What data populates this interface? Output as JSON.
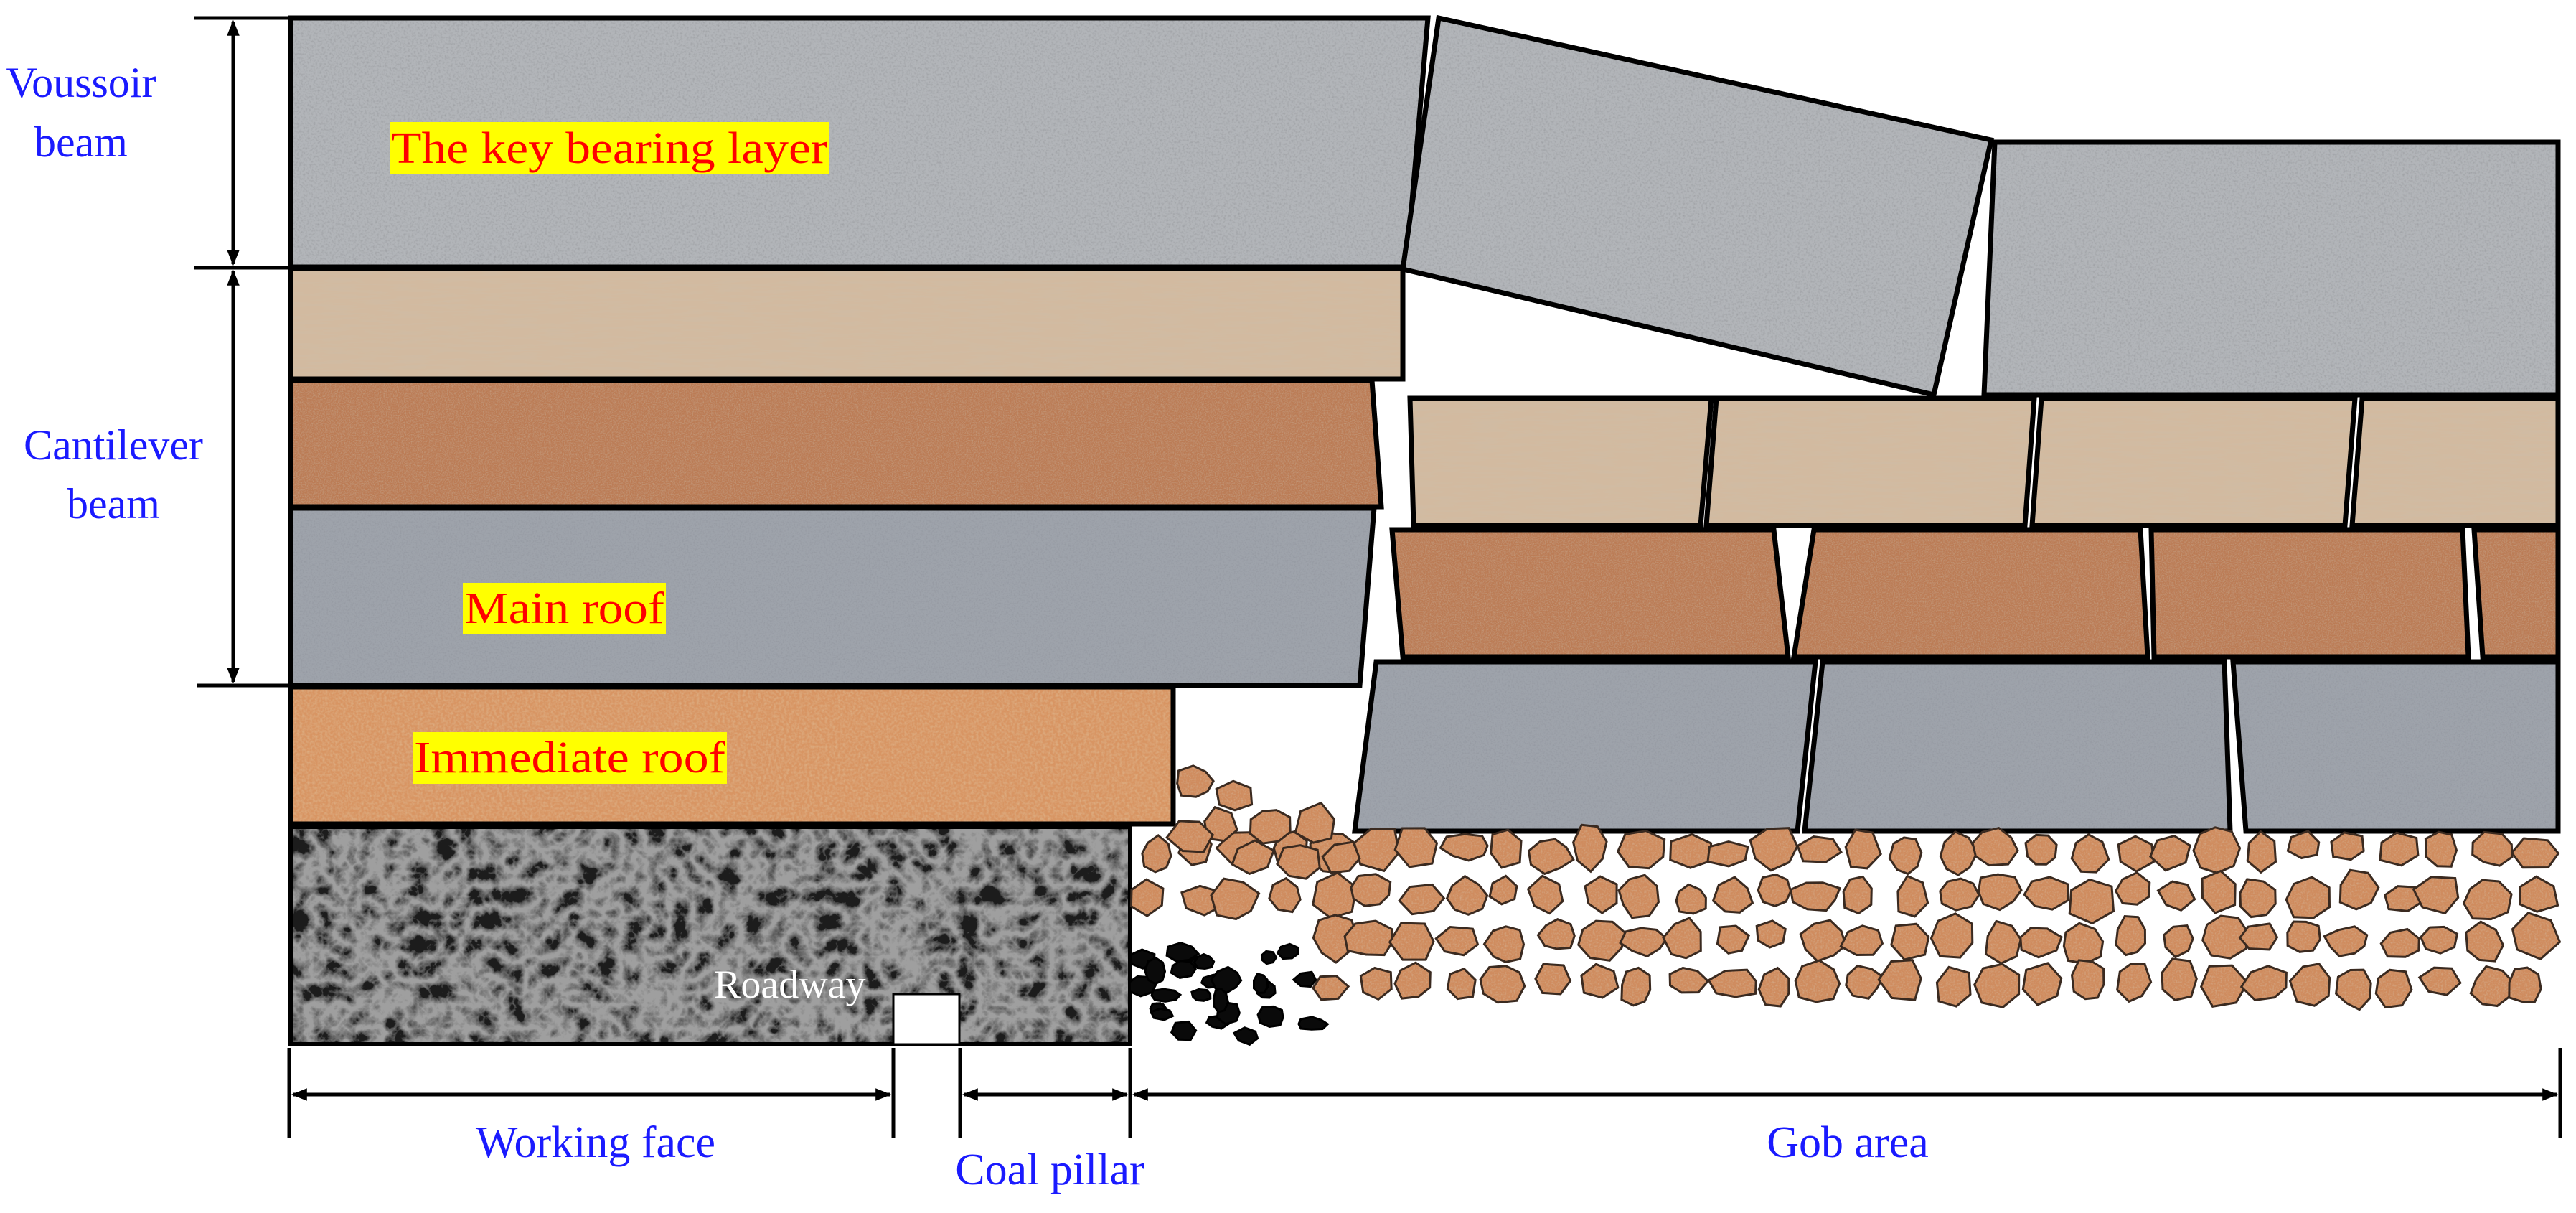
{
  "labels": {
    "voussoir_line1": "Voussoir",
    "voussoir_line2": "beam",
    "cantilever_line1": "Cantilever",
    "cantilever_line2": "beam",
    "key_layer": "The key bearing layer",
    "main_roof": "Main roof",
    "immediate_roof": "Immediate roof",
    "roadway": "Roadway",
    "working_face": "Working face",
    "coal_pillar": "Coal pillar",
    "gob_area": "Gob area"
  },
  "colors": {
    "annotation_text": "#1a1aff",
    "layer_label_text": "#ff0000",
    "layer_label_highlight": "#ffff00",
    "granite": "#a8abaf",
    "sandstone_light": "#cdb397",
    "sandstone_brown": "#b8764f",
    "main_roof_grey": "#9a9ea6",
    "immediate_roof": "#d08a52",
    "coal": "#1e1e1e",
    "gob_rock": "#c8865a",
    "outline": "#000000"
  }
}
